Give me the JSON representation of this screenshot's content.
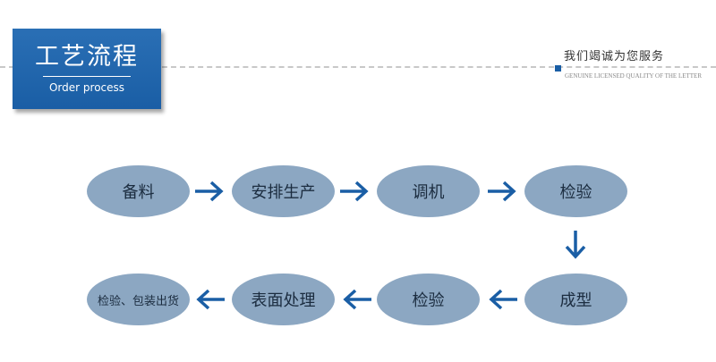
{
  "header": {
    "title": "工艺流程",
    "subtitle": "Order process",
    "slogan_cn": "我们竭诚为您服务",
    "slogan_en": "GENUINE LICENSED QUALITY OF THE LETTER"
  },
  "colors": {
    "accent": "#1a5ea5",
    "node_fill": "#8ca7c2",
    "dash": "#c8c8c8"
  },
  "flow": {
    "steps": [
      {
        "id": "s1",
        "label": "备料"
      },
      {
        "id": "s2",
        "label": "安排生产"
      },
      {
        "id": "s3",
        "label": "调机"
      },
      {
        "id": "s4",
        "label": "检验"
      },
      {
        "id": "s5",
        "label": "成型"
      },
      {
        "id": "s6",
        "label": "检验"
      },
      {
        "id": "s7",
        "label": "表面处理"
      },
      {
        "id": "s8",
        "label": "检验、包装出货"
      }
    ],
    "edges": [
      {
        "from": "s1",
        "to": "s2"
      },
      {
        "from": "s2",
        "to": "s3"
      },
      {
        "from": "s3",
        "to": "s4"
      },
      {
        "from": "s4",
        "to": "s5"
      },
      {
        "from": "s5",
        "to": "s6"
      },
      {
        "from": "s6",
        "to": "s7"
      },
      {
        "from": "s7",
        "to": "s8"
      }
    ]
  }
}
